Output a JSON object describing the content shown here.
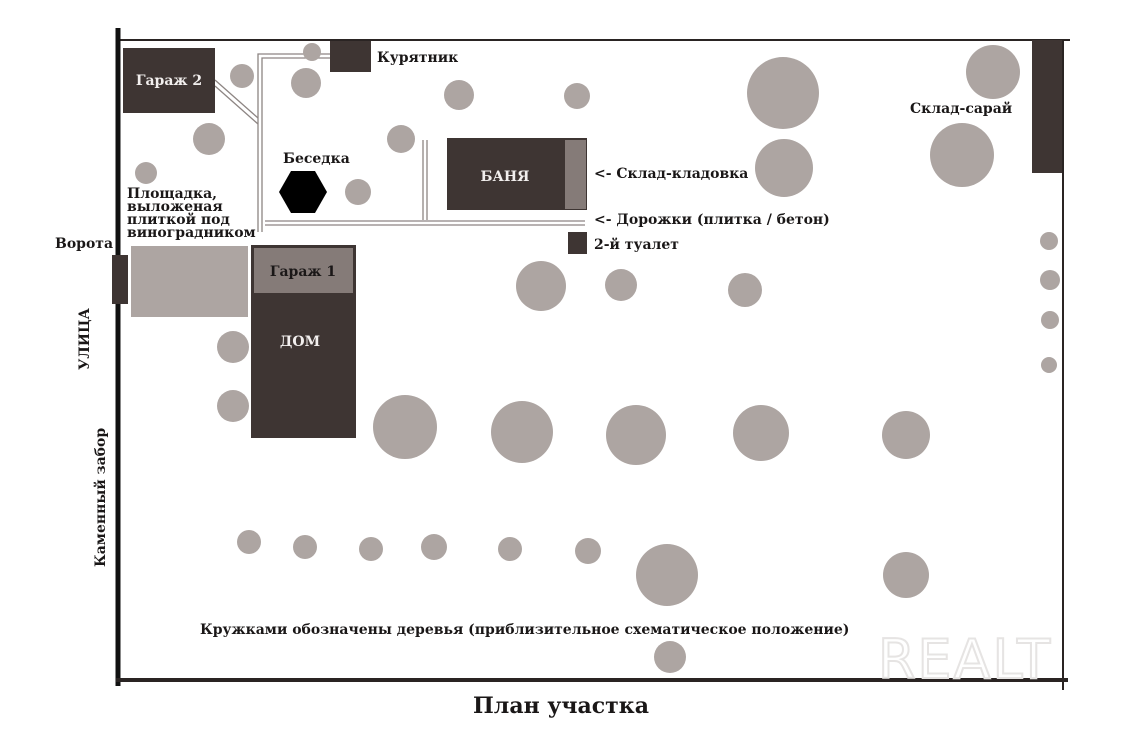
{
  "title": "План участка",
  "colors": {
    "building": "#3e3533",
    "tree": "#ada5a2",
    "accent_building": "#857b78",
    "line": "#1a1717"
  },
  "labels": {
    "garage2": "Гараж 2",
    "chicken_coop": "Курятник",
    "gazebo": "Беседка",
    "bathhouse": "БАНЯ",
    "storage_pantry": "<- Склад-кладовка",
    "paths": "<- Дорожки (плитка / бетон)",
    "toilet2": "2-й туалет",
    "platform": [
      "Площадка,",
      "выложеная",
      "плиткой под",
      "виноградником"
    ],
    "gate": "Ворота",
    "street": "УЛИЦА",
    "stone_fence": "Каменный забор",
    "garage1": "Гараж 1",
    "house": "ДОМ",
    "shed": "Склад-сарай",
    "trees_note": "Кружками обозначены деревья (приблизительное схематическое положение)"
  },
  "watermark": "REALT"
}
